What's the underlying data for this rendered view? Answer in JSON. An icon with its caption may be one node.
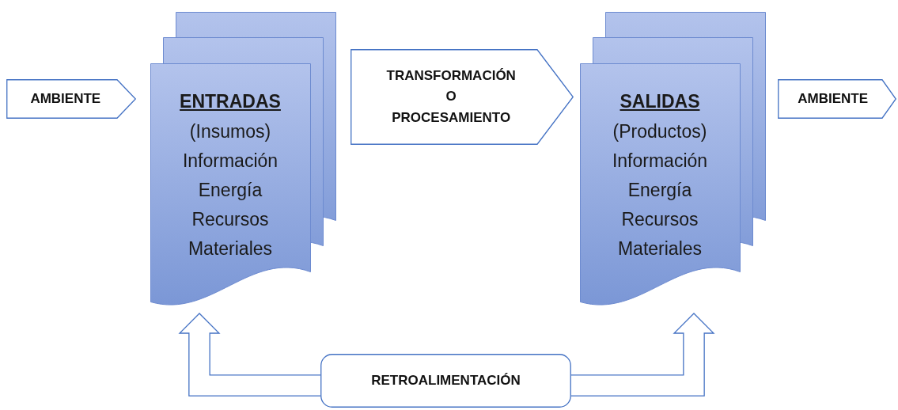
{
  "diagram": {
    "nodes": [
      {
        "text": [
          "AMBIENTE"
        ]
      },
      {
        "text": [
          "ENTRADAS",
          "(Insumos) Información Energía Recursos Materiales"
        ]
      },
      {
        "text": [
          "TRANSFORMACIÓN O PROCESAMIENTO"
        ]
      },
      {
        "text": [
          "SALIDAS",
          "(Productos) Información Energía Recursos Materiales"
        ]
      },
      {
        "text": [
          "AMBIENTE"
        ]
      },
      {
        "text": [
          "RETROALIMENTACIÓN"
        ]
      }
    ],
    "edges": [
      {
        "from": 5,
        "to": 1,
        "arrow": "to"
      },
      {
        "from": 5,
        "to": 3,
        "arrow": "to"
      }
    ]
  }
}
